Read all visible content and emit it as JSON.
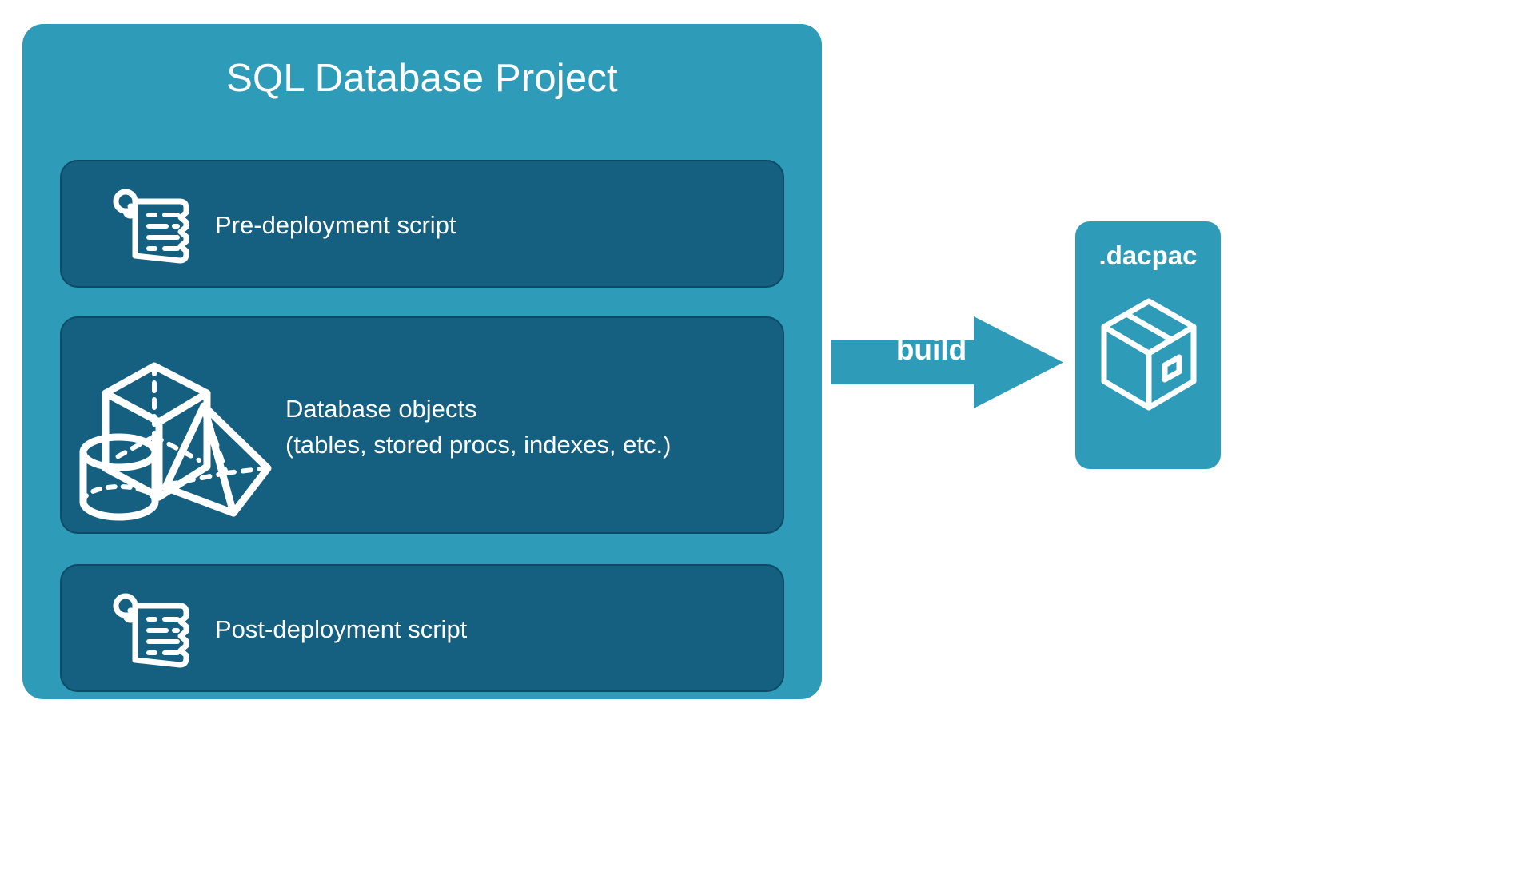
{
  "diagram": {
    "type": "flow-diagram",
    "title": "SQL Database Project build to dacpac",
    "background_color": "#ffffff"
  },
  "colors": {
    "container_teal": "#2e9cb8",
    "panel_dark_blue": "#155f80",
    "panel_border": "#0d4a66",
    "text_white": "#ffffff",
    "arrow_teal": "#2e9cb8"
  },
  "project": {
    "title": "SQL Database Project",
    "panels": [
      {
        "id": "pre-deployment",
        "label": "Pre-deployment script",
        "icon": "scroll-script-icon"
      },
      {
        "id": "database-objects",
        "label": "Database objects\n(tables, stored procs, indexes, etc.)",
        "line1": "Database objects",
        "line2": "(tables, stored procs, indexes, etc.)",
        "icon": "three-d-shapes-icon"
      },
      {
        "id": "post-deployment",
        "label": "Post-deployment script",
        "icon": "scroll-script-icon"
      }
    ]
  },
  "arrow": {
    "label": "build",
    "direction": "right",
    "icon": "right-arrow-icon"
  },
  "output": {
    "title": ".dacpac",
    "icon": "package-box-icon"
  },
  "icon_names": {
    "scroll": "scroll-script-icon",
    "cube": "wireframe-cube-icon",
    "pyramid": "wireframe-pyramid-icon",
    "cylinder": "wireframe-cylinder-icon",
    "package": "package-box-icon",
    "arrow": "right-arrow-icon"
  }
}
